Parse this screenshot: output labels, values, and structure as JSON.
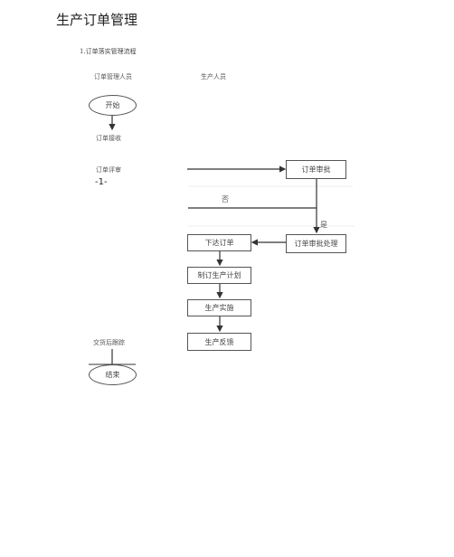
{
  "document": {
    "title": "生产订单管理",
    "section_heading": "1.订单落实管理流程",
    "page_number": "-1-"
  },
  "swimlanes": {
    "left_header": "订单管理人员",
    "right_header": "生产人员"
  },
  "flow": {
    "start": "开始",
    "order_receive": "订单接收",
    "order_review": "订单评审",
    "order_approve": "订单审批",
    "no_label": "否",
    "yes_label": "是",
    "order_approve_process": "订单审批处理",
    "issue_order": "下达订单",
    "make_plan": "制订生产计划",
    "production": "生产实施",
    "feedback": "生产反馈",
    "delivery_track": "交货后跟踪",
    "end": "结束"
  },
  "colors": {
    "line": "#333333",
    "box_border": "#555555",
    "faint": "#e6e6e6"
  }
}
